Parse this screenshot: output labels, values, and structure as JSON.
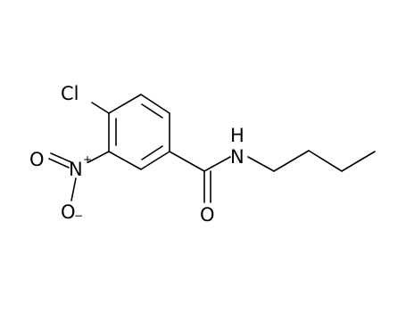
{
  "molecule": {
    "atoms": {
      "chlorine": "Cl",
      "nitro_nitrogen": "N",
      "nitro_charge_plus": "+",
      "nitro_oxygen_top": "O",
      "nitro_charge_minus": "−",
      "nitro_oxygen_bottom": "O",
      "amide_nitrogen": "N",
      "amide_hydrogen": "H",
      "carbonyl_oxygen": "O"
    }
  }
}
